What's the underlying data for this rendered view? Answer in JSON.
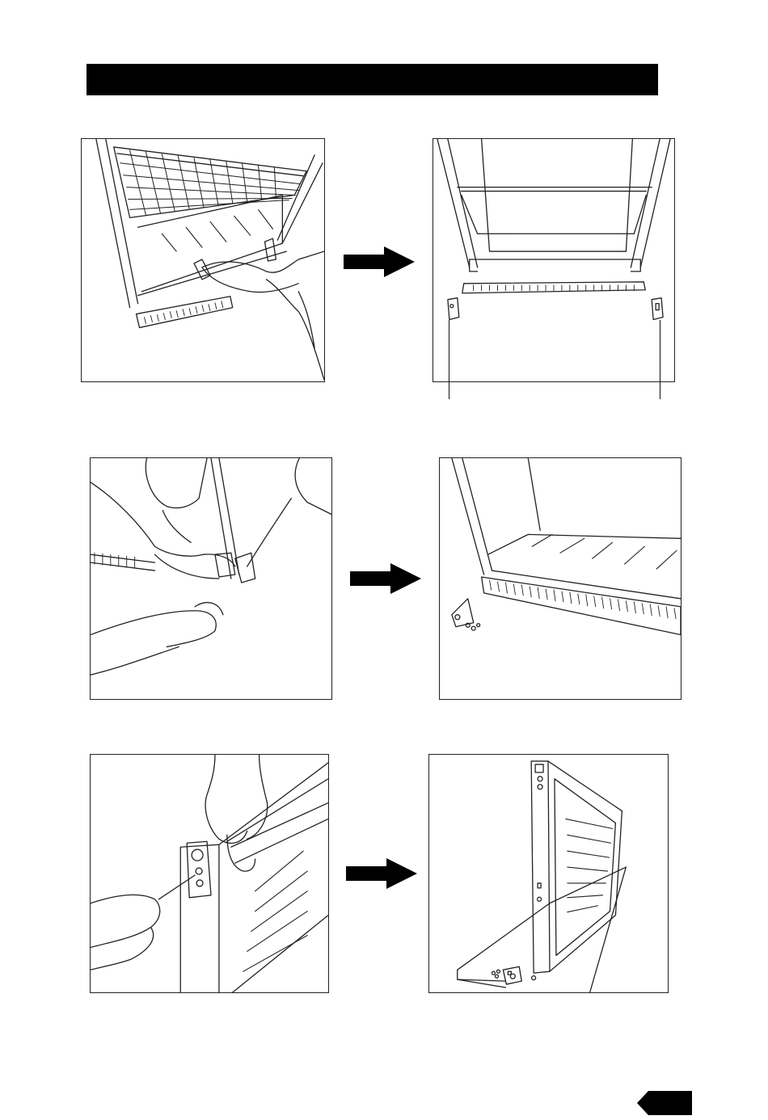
{
  "page": {
    "header_bar_text": "",
    "page_number": ""
  },
  "steps": [
    {
      "id": "step-1",
      "description_visible": false
    },
    {
      "id": "step-2",
      "description_visible": false
    },
    {
      "id": "step-3",
      "description_visible": false
    }
  ],
  "colors": {
    "ink": "#000000",
    "paper": "#ffffff",
    "line": "#222222"
  },
  "icons": [
    "right-arrow-icon",
    "page-tab-icon"
  ]
}
